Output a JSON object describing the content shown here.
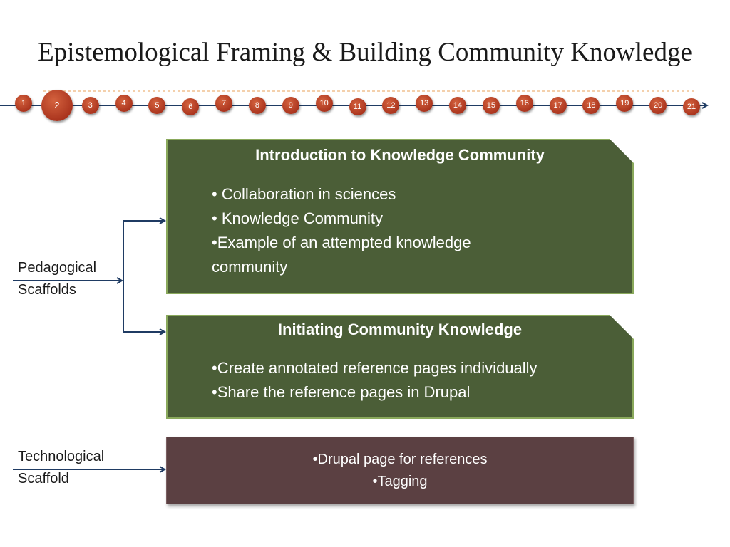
{
  "title": "Epistemological Framing & Building Community Knowledge",
  "timeline": {
    "steps": [
      "1",
      "2",
      "3",
      "4",
      "5",
      "6",
      "7",
      "8",
      "9",
      "10",
      "11",
      "12",
      "13",
      "14",
      "15",
      "16",
      "17",
      "18",
      "19",
      "20",
      "21"
    ],
    "active_step": "2",
    "colors": {
      "dot": "#b4432a",
      "line": "#1f3b63",
      "dashed": "#f0c090"
    }
  },
  "boxes": {
    "intro": {
      "heading": "Introduction to Knowledge Community",
      "bullets": [
        "• Collaboration in sciences",
        "• Knowledge Community",
        "•Example of an attempted  knowledge community"
      ]
    },
    "initiating": {
      "heading": "Initiating Community Knowledge",
      "bullets": [
        "•Create annotated reference pages individually",
        "•Share the reference pages in Drupal"
      ]
    },
    "drupal": {
      "bullets": [
        "•Drupal page for references",
        "•Tagging"
      ]
    }
  },
  "labels": {
    "pedagogical": "Pedagogical Scaffolds",
    "technological": "Technological Scaffold"
  },
  "colors": {
    "green_box": "#4b5e37",
    "green_border": "#8aa95c",
    "brown_box": "#5b4042",
    "arrow": "#1f3b63"
  }
}
